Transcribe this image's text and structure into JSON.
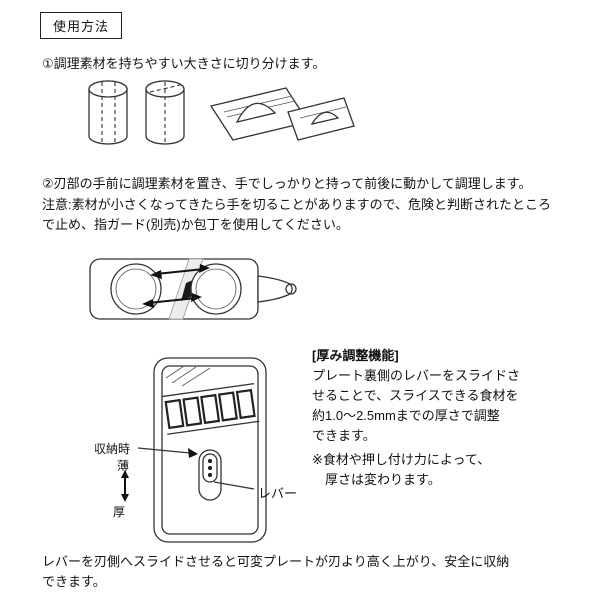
{
  "header": {
    "title": "使用方法"
  },
  "step1": {
    "text": "①調理素材を持ちやすい大きさに切り分けます。"
  },
  "step2": {
    "text": "②刃部の手前に調理素材を置き、手でしっかりと持って前後に動かして調理します。",
    "caution": "注意:素材が小さくなってきたら手を切ることがありますので、危険と判断されたところ\nで止め、指ガード(別売)か包丁を使用してください。"
  },
  "thickness": {
    "title": "[厚み調整機能]",
    "body": "プレート裏側のレバーをスライドさ\nせることで、スライスできる食材を\n約1.0〜2.5mmまでの厚さで調整\nできます。",
    "note": "※食材や押し付け力によって、\n　厚さは変わります。"
  },
  "diagram": {
    "storage_label": "収納時",
    "thin_label": "薄",
    "thick_label": "厚",
    "lever_label": "レバー"
  },
  "footer": {
    "text": "レバーを刃側へスライドさせると可変プレートが刃より高く上がり、安全に収納\nできます。"
  }
}
